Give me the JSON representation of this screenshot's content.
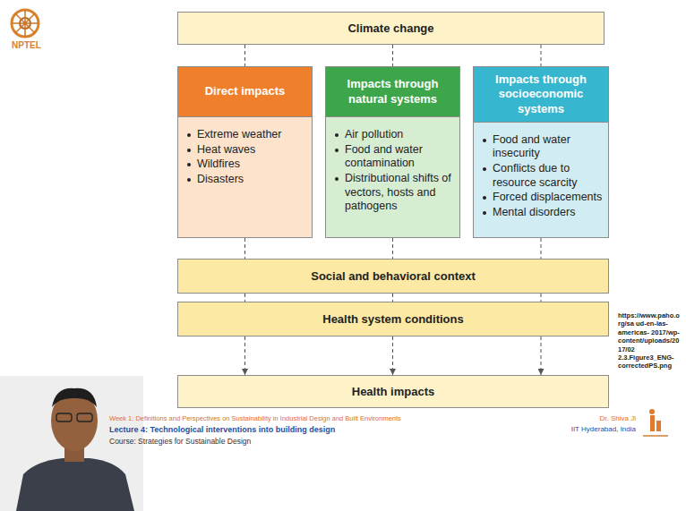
{
  "diagram": {
    "nodes": [
      {
        "text": [
          "Climate change"
        ]
      },
      {
        "text": [
          "Direct impacts",
          "Extreme weather",
          "Heat waves",
          "Wildfires",
          "Disasters"
        ]
      },
      {
        "text": [
          "Impacts through natural systems",
          "Air pollution",
          "Food and water contamination",
          "Distributional shifts of vectors, hosts and pathogens"
        ]
      },
      {
        "text": [
          "Impacts through socioeconomic systems",
          "Food and water insecurity",
          "Conflicts due to resource scarcity",
          "Forced displacements",
          "Mental disorders"
        ]
      },
      {
        "text": [
          "Social and behavioral context"
        ]
      },
      {
        "text": [
          "Health system conditions"
        ]
      },
      {
        "text": [
          "Health impacts"
        ]
      }
    ],
    "edges": [
      {
        "from": 0,
        "to": 1,
        "arrow": "none"
      },
      {
        "from": 0,
        "to": 2,
        "arrow": "none"
      },
      {
        "from": 0,
        "to": 3,
        "arrow": "none"
      },
      {
        "from": 1,
        "to": 4,
        "arrow": "none"
      },
      {
        "from": 2,
        "to": 4,
        "arrow": "none"
      },
      {
        "from": 3,
        "to": 4,
        "arrow": "none"
      },
      {
        "from": 4,
        "to": 5,
        "arrow": "none"
      },
      {
        "from": 4,
        "to": 5,
        "arrow": "none"
      },
      {
        "from": 4,
        "to": 5,
        "arrow": "none"
      },
      {
        "from": 5,
        "to": 6,
        "arrow": "to"
      },
      {
        "from": 5,
        "to": 6,
        "arrow": "to"
      },
      {
        "from": 5,
        "to": 6,
        "arrow": "to"
      }
    ],
    "labels": [
      "NPTEL",
      "https://www.paho.org/sa ud-en-las-americas- 2017/wp- content/uploads/2017/02 2.3.Figure3_ENG- correctedPS.png",
      "Week 1: Definitions and Perspectives on Sustainability in Industrial Design and Built Environments",
      "Lecture 4: Technological interventions into building design",
      "Course: Strategies for Sustainable Design",
      "Dr. Shiva Ji",
      "IIT Hyderabad, India"
    ]
  }
}
